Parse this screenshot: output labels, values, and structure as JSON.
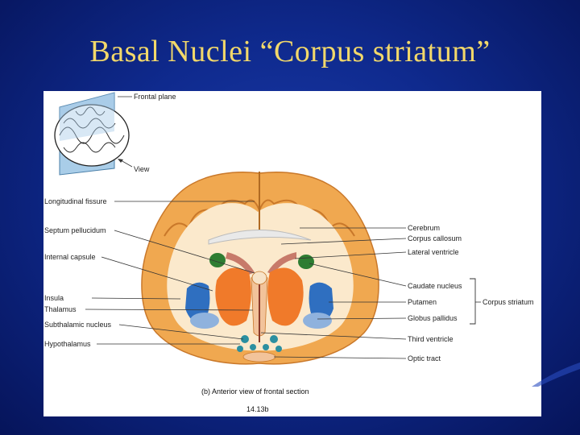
{
  "slide": {
    "title": "Basal Nuclei “Corpus striatum”"
  },
  "inset": {
    "frontal_plane": "Frontal plane",
    "view": "View"
  },
  "labels_left": {
    "longitudinal_fissure": "Longitudinal fissure",
    "septum_pellucidum": "Septum pellucidum",
    "internal_capsule": "Internal capsule",
    "insula": "Insula",
    "thalamus": "Thalamus",
    "subthalamic_nucleus": "Subthalamic nucleus",
    "hypothalamus": "Hypothalamus"
  },
  "labels_right": {
    "cerebrum": "Cerebrum",
    "corpus_callosum": "Corpus callosum",
    "lateral_ventricle": "Lateral ventricle",
    "caudate_nucleus": "Caudate nucleus",
    "putamen": "Putamen",
    "globus_pallidus": "Globus pallidus",
    "third_ventricle": "Third ventricle",
    "optic_tract": "Optic tract"
  },
  "bracket_label": "Corpus striatum",
  "caption": "(b) Anterior view of frontal section",
  "figure_number": "14.13b",
  "colors": {
    "title": "#f2d86a",
    "cortex": "#f0a850",
    "white_matter": "#fbe9cc",
    "striatum_orange": "#f07a2a",
    "putamen_blue": "#2f6fc0",
    "caudate_green": "#2e7d32",
    "thalamus_teal": "#2b8fa0"
  }
}
